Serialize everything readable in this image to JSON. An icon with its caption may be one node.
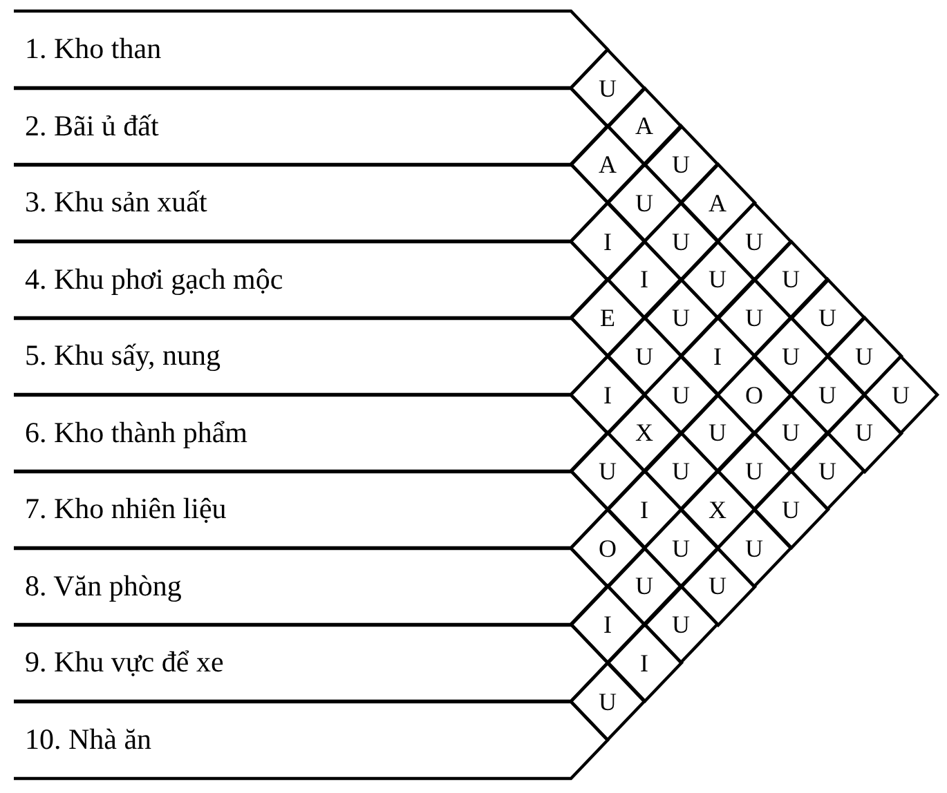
{
  "diagram": {
    "nodes": [
      {
        "text": [
          "1. Kho than"
        ]
      },
      {
        "text": [
          "2. Bãi ủ đất"
        ]
      },
      {
        "text": [
          "3. Khu sản xuất"
        ]
      },
      {
        "text": [
          "4. Khu phơi gạch mộc"
        ]
      },
      {
        "text": [
          "5. Khu sấy, nung"
        ]
      },
      {
        "text": [
          "6. Kho thành phẩm"
        ]
      },
      {
        "text": [
          "7. Kho nhiên liệu"
        ]
      },
      {
        "text": [
          "8. Văn phòng"
        ]
      },
      {
        "text": [
          "9. Khu vực để xe"
        ]
      },
      {
        "text": [
          "10. Nhà ăn"
        ]
      },
      {
        "text": [
          "U"
        ]
      },
      {
        "text": [
          "A"
        ]
      },
      {
        "text": [
          "U"
        ]
      },
      {
        "text": [
          "A"
        ]
      },
      {
        "text": [
          "U"
        ]
      },
      {
        "text": [
          "U"
        ]
      },
      {
        "text": [
          "U"
        ]
      },
      {
        "text": [
          "U"
        ]
      },
      {
        "text": [
          "U"
        ]
      },
      {
        "text": [
          "A"
        ]
      },
      {
        "text": [
          "U"
        ]
      },
      {
        "text": [
          "U"
        ]
      },
      {
        "text": [
          "U"
        ]
      },
      {
        "text": [
          "U"
        ]
      },
      {
        "text": [
          "U"
        ]
      },
      {
        "text": [
          "U"
        ]
      },
      {
        "text": [
          "U"
        ]
      },
      {
        "text": [
          "I"
        ]
      },
      {
        "text": [
          "I"
        ]
      },
      {
        "text": [
          "U"
        ]
      },
      {
        "text": [
          "I"
        ]
      },
      {
        "text": [
          "O"
        ]
      },
      {
        "text": [
          "U"
        ]
      },
      {
        "text": [
          "U"
        ]
      },
      {
        "text": [
          "E"
        ]
      },
      {
        "text": [
          "U"
        ]
      },
      {
        "text": [
          "U"
        ]
      },
      {
        "text": [
          "U"
        ]
      },
      {
        "text": [
          "U"
        ]
      },
      {
        "text": [
          "U"
        ]
      },
      {
        "text": [
          "I"
        ]
      },
      {
        "text": [
          "X"
        ]
      },
      {
        "text": [
          "U"
        ]
      },
      {
        "text": [
          "X"
        ]
      },
      {
        "text": [
          "U"
        ]
      },
      {
        "text": [
          "U"
        ]
      },
      {
        "text": [
          "I"
        ]
      },
      {
        "text": [
          "U"
        ]
      },
      {
        "text": [
          "U"
        ]
      },
      {
        "text": [
          "O"
        ]
      },
      {
        "text": [
          "U"
        ]
      },
      {
        "text": [
          "U"
        ]
      },
      {
        "text": [
          "I"
        ]
      },
      {
        "text": [
          "I"
        ]
      },
      {
        "text": [
          "U"
        ]
      }
    ]
  }
}
